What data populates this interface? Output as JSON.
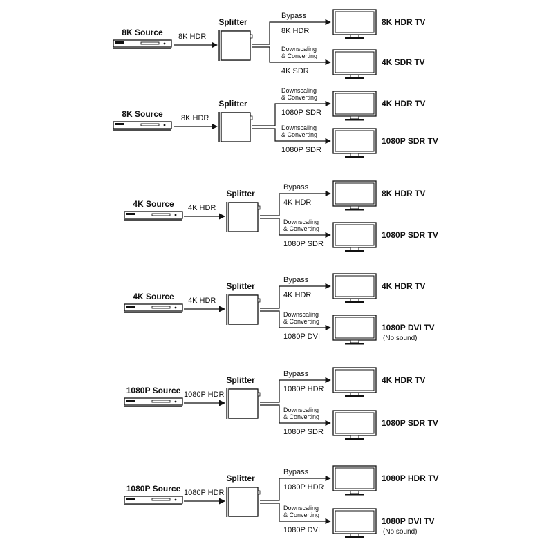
{
  "splitter_label": "Splitter",
  "rows": [
    {
      "source": "8K Source",
      "input": "8K HDR",
      "top": {
        "mode": [
          "Bypass"
        ],
        "signal": "8K HDR",
        "display": [
          "8K HDR TV"
        ]
      },
      "bottom": {
        "mode": [
          "Downscaling",
          "& Converting"
        ],
        "signal": "4K SDR",
        "display": [
          "4K SDR TV"
        ]
      }
    },
    {
      "source": "8K Source",
      "input": "8K HDR",
      "top": {
        "mode": [
          "Downscaling",
          "& Converting"
        ],
        "signal": "1080P SDR",
        "display": [
          "4K HDR TV"
        ]
      },
      "bottom": {
        "mode": [
          "Downscaling",
          "& Converting"
        ],
        "signal": "1080P SDR",
        "display": [
          "1080P SDR TV"
        ]
      }
    },
    {
      "source": "4K Source",
      "input": "4K HDR",
      "top": {
        "mode": [
          "Bypass"
        ],
        "signal": "4K HDR",
        "display": [
          "8K HDR TV"
        ]
      },
      "bottom": {
        "mode": [
          "Downscaling",
          "& Converting"
        ],
        "signal": "1080P SDR",
        "display": [
          "1080P SDR TV"
        ]
      }
    },
    {
      "source": "4K Source",
      "input": "4K HDR",
      "top": {
        "mode": [
          "Bypass"
        ],
        "signal": "4K HDR",
        "display": [
          "4K HDR TV"
        ]
      },
      "bottom": {
        "mode": [
          "Downscaling",
          "& Converting"
        ],
        "signal": "1080P DVI",
        "display": [
          "1080P DVI TV",
          "(No sound)"
        ]
      }
    },
    {
      "source": "1080P Source",
      "input": "1080P HDR",
      "top": {
        "mode": [
          "Bypass"
        ],
        "signal": "1080P HDR",
        "display": [
          "4K HDR TV"
        ]
      },
      "bottom": {
        "mode": [
          "Downscaling",
          "& Converting"
        ],
        "signal": "1080P SDR",
        "display": [
          "1080P SDR TV"
        ]
      }
    },
    {
      "source": "1080P Source",
      "input": "1080P HDR",
      "top": {
        "mode": [
          "Bypass"
        ],
        "signal": "1080P HDR",
        "display": [
          "1080P HDR TV"
        ]
      },
      "bottom": {
        "mode": [
          "Downscaling",
          "& Converting"
        ],
        "signal": "1080P DVI",
        "display": [
          "1080P DVI TV",
          "(No sound)"
        ]
      }
    }
  ],
  "icons": {
    "source": "media-player-icon",
    "splitter": "splitter-box-icon",
    "display": "tv-monitor-icon"
  },
  "colors": {
    "line": "#111111",
    "device_fill": "#ffffff",
    "splitter_shadow": "#cfcfcf"
  }
}
